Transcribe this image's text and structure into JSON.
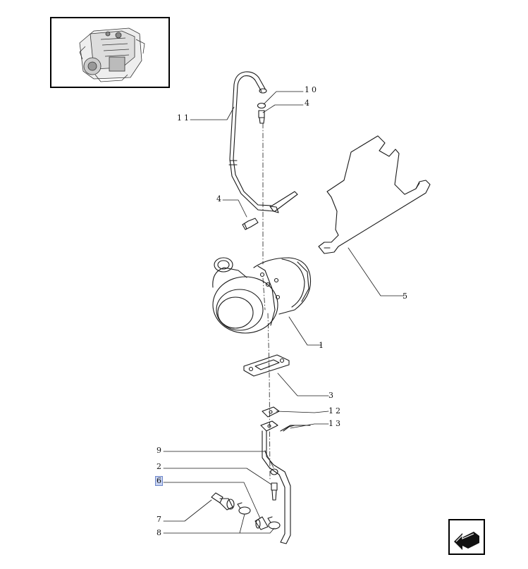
{
  "callouts": [
    {
      "id": "c11",
      "text": "11"
    },
    {
      "id": "c10",
      "text": "10"
    },
    {
      "id": "c4a",
      "text": "4"
    },
    {
      "id": "c4b",
      "text": "4"
    },
    {
      "id": "c5",
      "text": "5"
    },
    {
      "id": "c1",
      "text": "1"
    },
    {
      "id": "c3",
      "text": "3"
    },
    {
      "id": "c12",
      "text": "12"
    },
    {
      "id": "c13",
      "text": "13"
    },
    {
      "id": "c9",
      "text": "9"
    },
    {
      "id": "c2",
      "text": "2"
    },
    {
      "id": "c6",
      "text": "6"
    },
    {
      "id": "c7",
      "text": "7"
    },
    {
      "id": "c8",
      "text": "8"
    }
  ],
  "selected_callout": "6",
  "thumbnail_icon": "engine-thumbnail-icon",
  "nav_icon": "next-page-arrow-icon",
  "colors": {
    "line": "#1a1a1a",
    "highlight": "#c7d3f2",
    "nav_arrow": "#111111"
  }
}
